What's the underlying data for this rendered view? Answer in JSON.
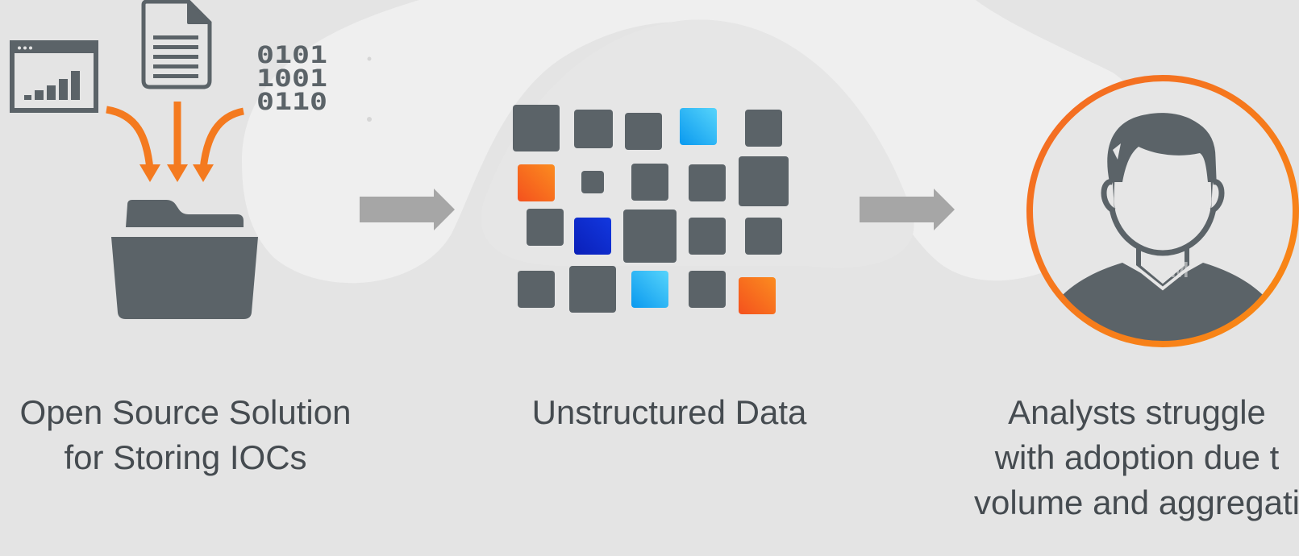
{
  "steps": [
    {
      "label_lines": [
        "Open Source Solution",
        "for Storing IOCs"
      ],
      "icons": [
        "chart-window-icon",
        "document-icon",
        "binary-data-icon",
        "folder-icon"
      ]
    },
    {
      "label_lines": [
        "Unstructured Data"
      ],
      "icons": [
        "data-grid-icon"
      ]
    },
    {
      "label_lines": [
        "Analysts struggle",
        "with adoption due t",
        "volume and aggregati"
      ],
      "icons": [
        "analyst-avatar-icon"
      ]
    }
  ],
  "binary_text": [
    "0101",
    "1001",
    "0110"
  ],
  "trademark": "TM",
  "colors": {
    "background": "#e4e4e4",
    "blob": "#efefef",
    "icon_gray": "#5b6368",
    "arrow_gray": "#a6a6a6",
    "accent_orange": "#f47a1f",
    "light_blue": "#29b6f6",
    "dark_blue": "#0d23c9",
    "text": "#454b50"
  }
}
